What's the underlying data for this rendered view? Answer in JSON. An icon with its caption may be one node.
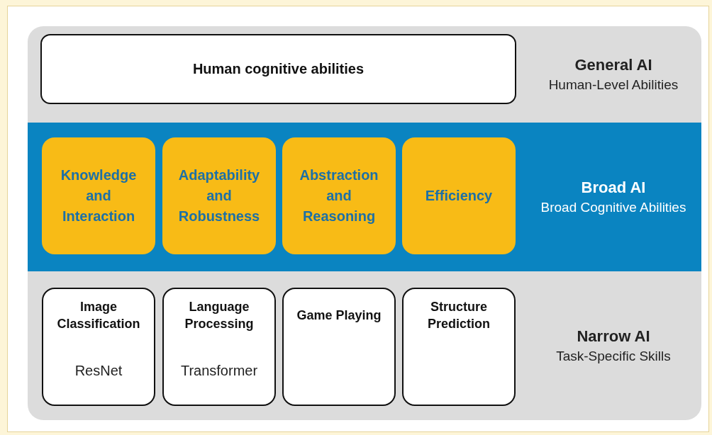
{
  "diagram": {
    "nodes": [
      {
        "text": [
          "General AI",
          "Human-Level Abilities"
        ]
      },
      {
        "text": [
          "Human cognitive abilities"
        ],
        "in": 0
      },
      {
        "text": [
          "Broad AI",
          "Broad Cognitive Abilities"
        ]
      },
      {
        "text": [
          "Knowledge and Interaction"
        ],
        "in": 2
      },
      {
        "text": [
          "Adaptability and Robustness"
        ],
        "in": 2
      },
      {
        "text": [
          "Abstraction and Reasoning"
        ],
        "in": 2
      },
      {
        "text": [
          "Efficiency"
        ],
        "in": 2
      },
      {
        "text": [
          "Narrow AI",
          "Task-Specific Skills"
        ]
      },
      {
        "text": [
          "Image Classification",
          "ResNet"
        ],
        "in": 7
      },
      {
        "text": [
          "Language Processing",
          "Transformer"
        ],
        "in": 7
      },
      {
        "text": [
          "Game Playing"
        ],
        "in": 7
      },
      {
        "text": [
          "Structure Prediction"
        ],
        "in": 7
      }
    ]
  }
}
